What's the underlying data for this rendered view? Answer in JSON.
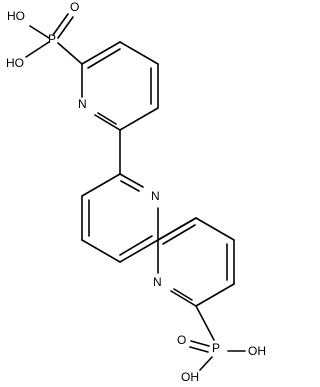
{
  "molecule": {
    "atoms": {
      "top_phosphorus": "P",
      "top_oxygen": "O",
      "top_hydroxyl_1": "HO",
      "top_hydroxyl_2": "HO",
      "ring_a_nitrogen": "N",
      "ring_b_nitrogen": "N",
      "ring_c_nitrogen": "N",
      "bottom_phosphorus": "P",
      "bottom_oxygen": "O",
      "bottom_hydroxyl_left": "OH",
      "bottom_hydroxyl_right": "OH"
    }
  }
}
